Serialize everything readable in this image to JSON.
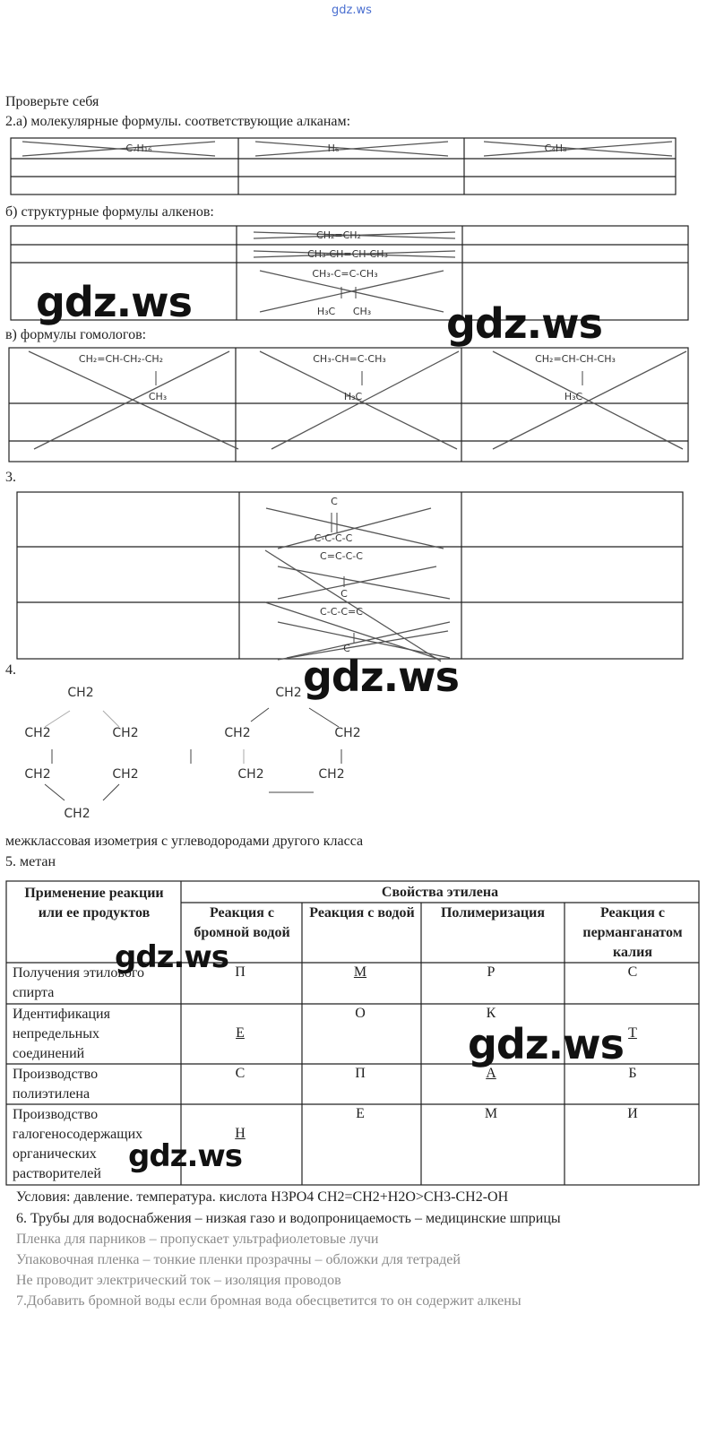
{
  "watermark_top": "gdz.ws",
  "watermark": "gdz.ws",
  "heading": "Проверьте себя",
  "q2a": {
    "label": "2.а) молекулярные формулы. соответствующие алканам:",
    "cells": [
      "C₇H₁₆",
      "H₆",
      "C₄H₈"
    ]
  },
  "q2b": {
    "label": "б) структурные формулы алкенов:",
    "f1": "CH₂=CH₂",
    "f2": "CH₃-CH=CH-CH₃",
    "f3_main": "CH₃-C=C-CH₃",
    "f3_sub_left": "H₃C",
    "f3_sub_right": "CH₃"
  },
  "q2c": {
    "label": "в) формулы гомологов:",
    "cells": [
      {
        "main": "CH₂=CH-CH₂-CH₂",
        "sub": "CH₃"
      },
      {
        "main": "CH₃-CH=C-CH₃",
        "sub": "H₃C"
      },
      {
        "main": "CH₂=CH-CH-CH₃",
        "sub": "H₃C"
      }
    ]
  },
  "q3": {
    "label": "3.",
    "r1_top": "C",
    "r1_main": "C-C-C-C",
    "r2_main": "C=C-C-C",
    "r2_sub": "C",
    "r3_main": "C-C-C=C",
    "r3_sub": "C"
  },
  "q4": {
    "label": "4.",
    "group": "CH2",
    "note": "межклассовая изометрия с углеводородами другого класса"
  },
  "q5": {
    "label": "5. метан",
    "head_left": "Применение реакции или ее продуктов",
    "head_group": "Свойства этилена",
    "cols": [
      "Реакция с бромной водой",
      "Реакция с водой",
      "Полимеризация",
      "Реакция с перманганатом калия"
    ],
    "rows": [
      {
        "name": "Получения этилового спирта",
        "v": [
          "П",
          "М",
          "Р",
          "С"
        ]
      },
      {
        "name": "Идентификация непредельных соединений",
        "v": [
          "Е",
          "О",
          "К",
          "Т"
        ]
      },
      {
        "name": "Производство полиэтилена",
        "v": [
          "С",
          "П",
          "А",
          "Б"
        ]
      },
      {
        "name": "Производство галогеносодержащих органических растворителей",
        "v": [
          "Н",
          "Е",
          "М",
          "И"
        ]
      }
    ]
  },
  "lines": [
    "Условия: давление. температура. кислота H3PO4 CH2=CH2+H2O>CH3-CH2-OH",
    "6. Трубы для водоснабжения – низкая газо и водопроницаемость – медицинские шприцы",
    "Пленка для парников – пропускает ультрафиолетовые лучи",
    "Упаковочная пленка – тонкие пленки прозрачны – обложки для тетрадей",
    "Не проводит электрический ток – изоляция проводов",
    "7.Добавить бромной воды если бромная вода обесцветится то он содержит алкены"
  ]
}
